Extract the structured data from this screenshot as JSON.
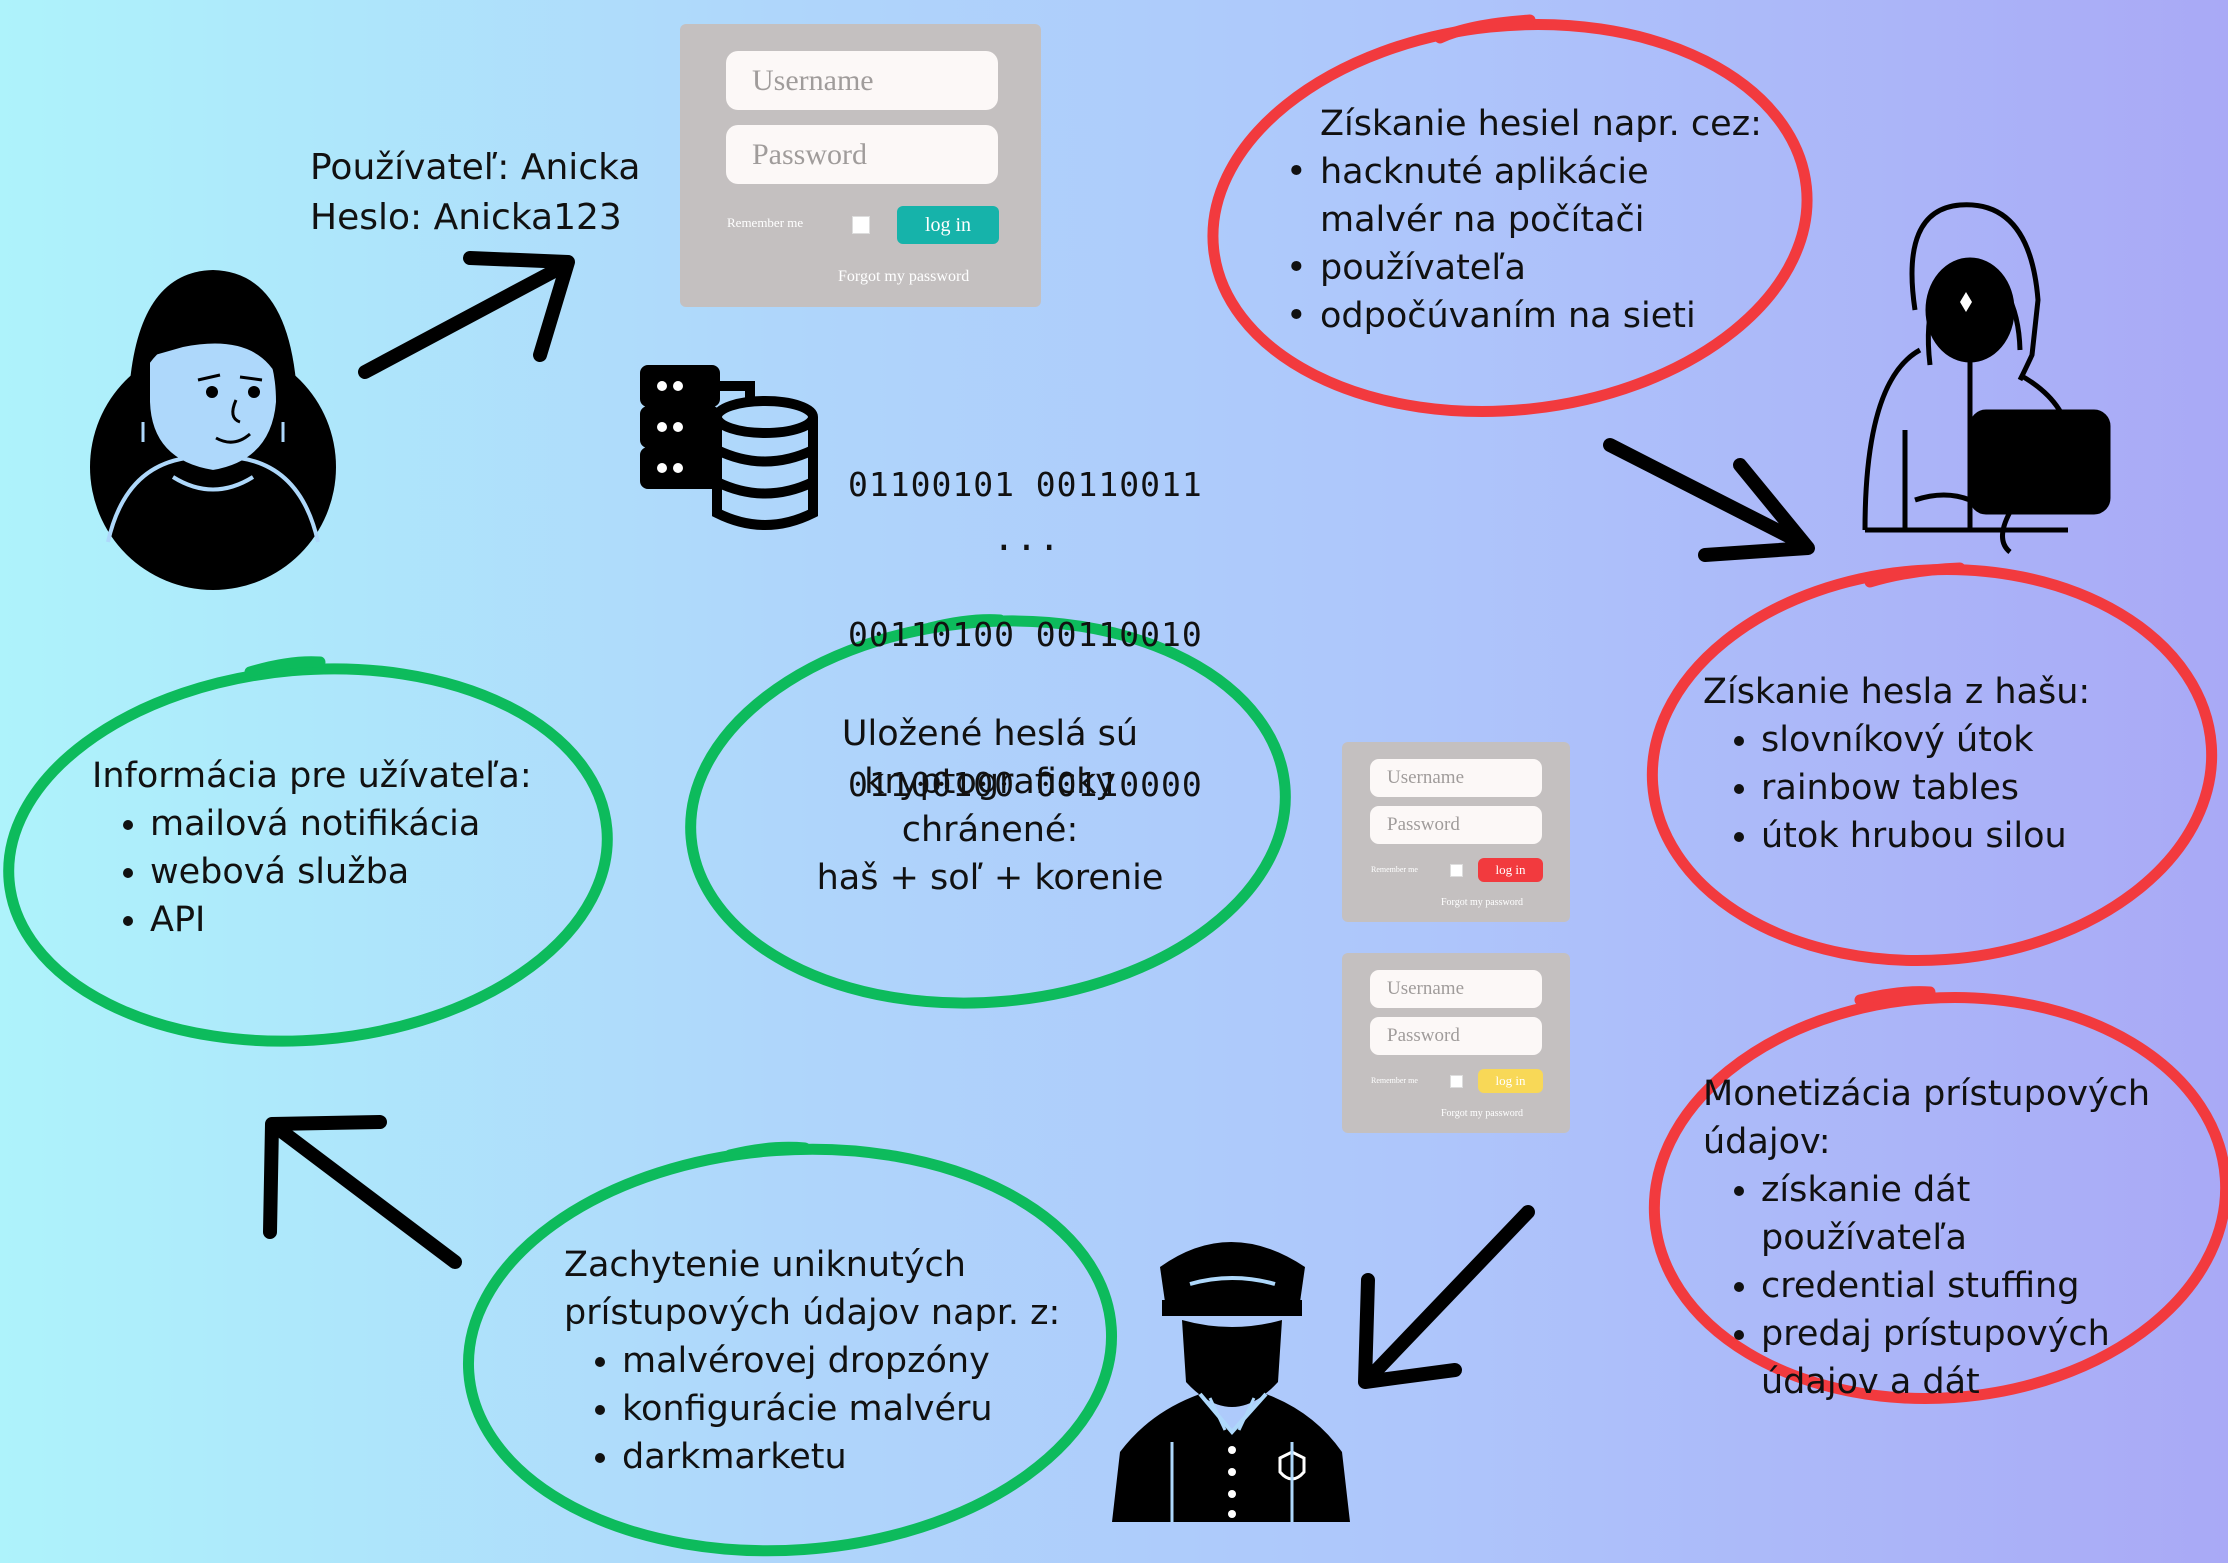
{
  "colors": {
    "danger": "#f23a3e",
    "safe": "#0dbb5c",
    "panel": "#c4c0c0",
    "login_teal": "#16b3aa",
    "login_red": "#f23a3e",
    "login_yellow": "#f8d857"
  },
  "user": {
    "credentials_line1": "Používateľ: Anicka",
    "credentials_line2": "Heslo: Anicka123"
  },
  "login_form": {
    "username_placeholder": "Username",
    "password_placeholder": "Password",
    "remember_label": "Remember me",
    "login_button": "log in",
    "forgot_link": "Forgot my password"
  },
  "binary": {
    "line1": "01100101 00110011",
    "line2": "00110100 00110010",
    "line3": "01100100 00110000",
    "ellipsis": "..."
  },
  "steal_bubble": {
    "title": "Získanie hesiel napr. cez:",
    "items": [
      "hacknuté aplikácie",
      "malvér na počítači používateľa",
      "odpočúvaním na sieti"
    ]
  },
  "crack_bubble": {
    "title": "Získanie hesla z hašu:",
    "items": [
      "slovníkový útok",
      "rainbow tables",
      "útok hrubou silou"
    ]
  },
  "monetize_bubble": {
    "title": "Monetizácia prístupových údajov:",
    "items": [
      "získanie dát používateľa",
      "credential stuffing",
      "predaj prístupových údajov a dát"
    ]
  },
  "intercept_bubble": {
    "title": "Zachytenie uniknutých prístupových údajov napr. z:",
    "items": [
      "malvérovej dropzóny",
      "konfigurácie malvéru",
      "darkmarketu"
    ]
  },
  "info_bubble": {
    "title": "Informácia pre užívateľa:",
    "items": [
      "mailová notifikácia",
      "webová služba",
      "API"
    ]
  },
  "stored_bubble": {
    "line1": "Uložené heslá sú",
    "line2": "kryptograficky",
    "line3": "chránené:",
    "line4": "haš + soľ + korenie"
  },
  "icons": [
    "user-avatar-icon",
    "hacker-icon",
    "police-officer-icon",
    "database-server-icon",
    "arrow-icon"
  ]
}
